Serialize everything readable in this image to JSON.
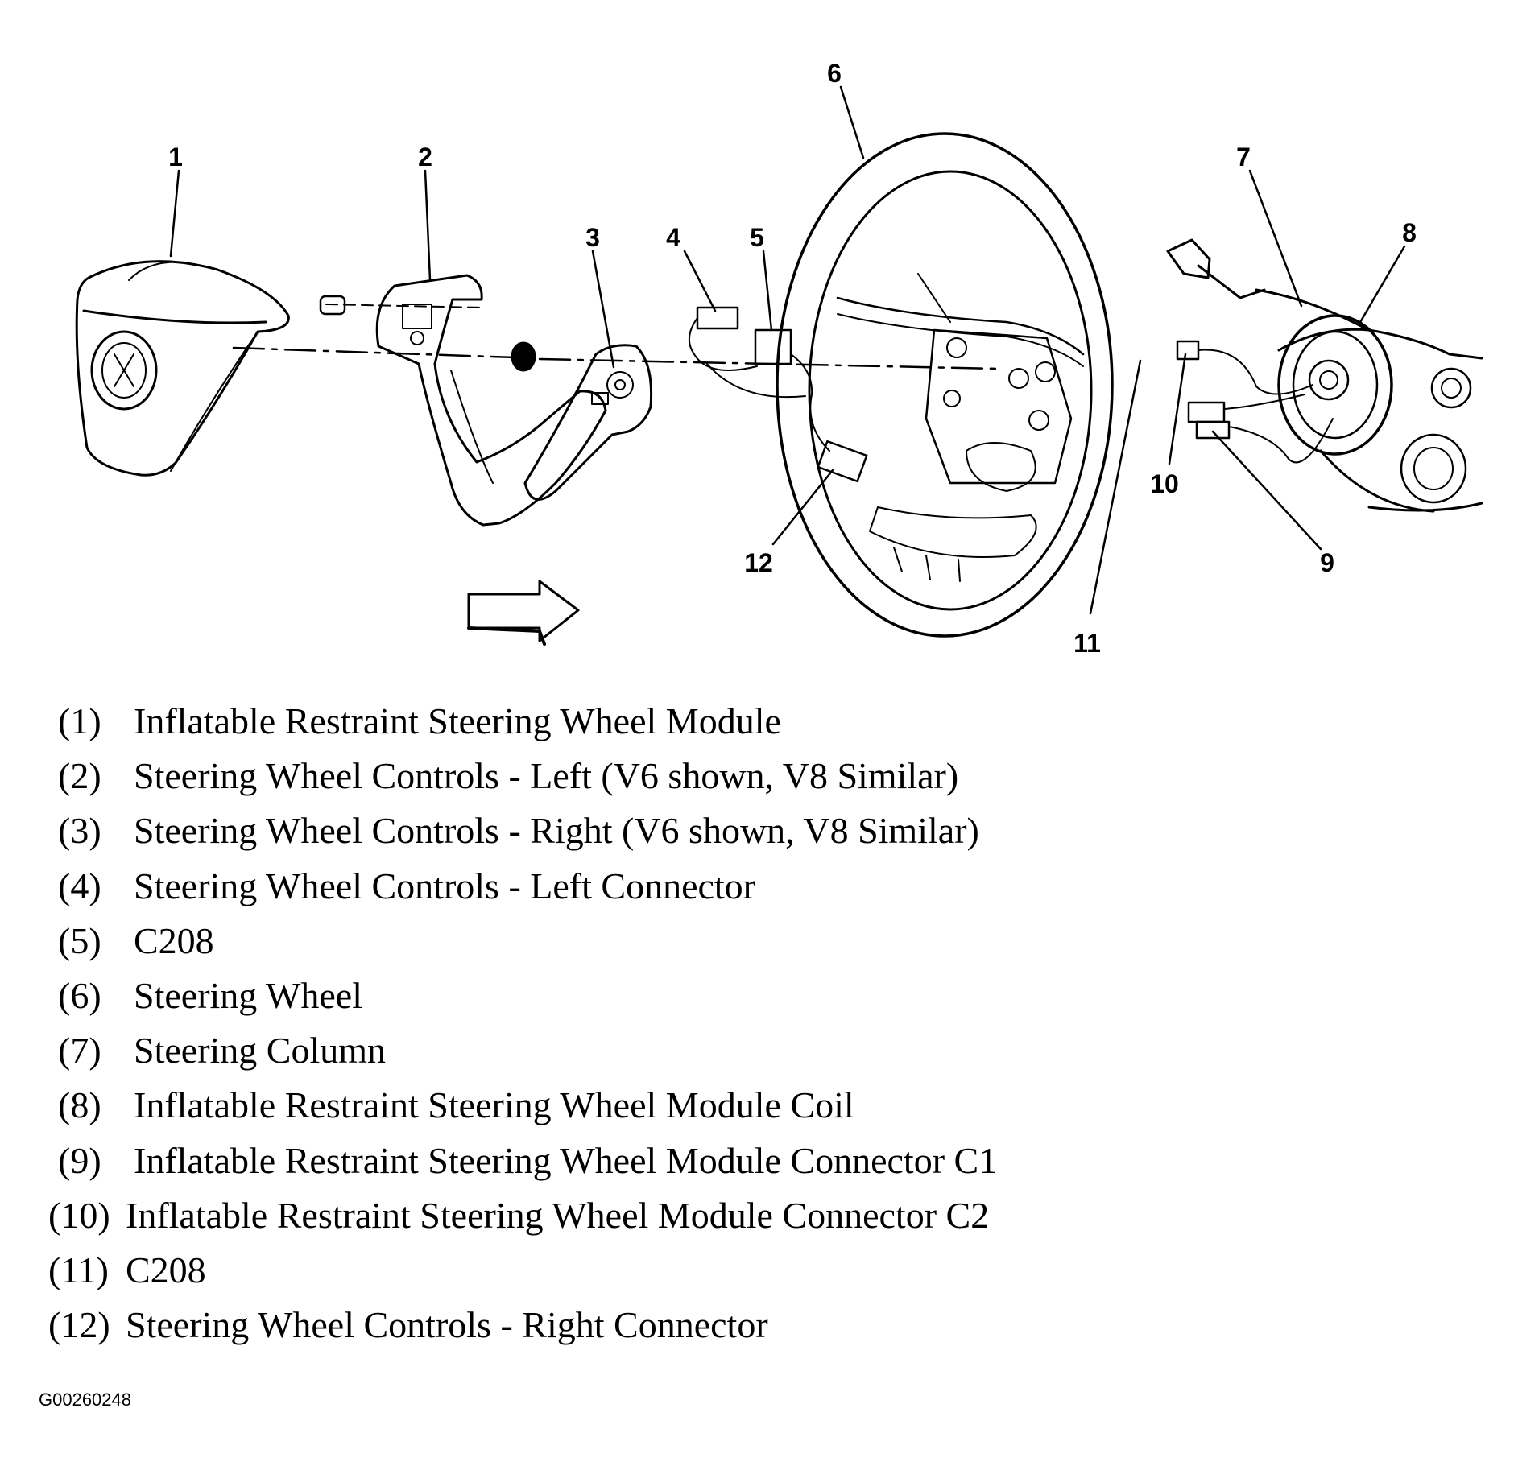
{
  "callouts": [
    "1",
    "2",
    "3",
    "4",
    "5",
    "6",
    "7",
    "8",
    "9",
    "10",
    "11",
    "12"
  ],
  "legend": [
    {
      "num": "(1)",
      "text": "Inflatable Restraint Steering Wheel Module"
    },
    {
      "num": "(2)",
      "text": "Steering Wheel Controls - Left (V6 shown, V8 Similar)"
    },
    {
      "num": "(3)",
      "text": "Steering Wheel Controls - Right (V6 shown, V8 Similar)"
    },
    {
      "num": "(4)",
      "text": "Steering Wheel Controls - Left Connector"
    },
    {
      "num": "(5)",
      "text": "C208"
    },
    {
      "num": "(6)",
      "text": "Steering Wheel"
    },
    {
      "num": "(7)",
      "text": "Steering Column"
    },
    {
      "num": "(8)",
      "text": "Inflatable Restraint Steering Wheel Module Coil"
    },
    {
      "num": "(9)",
      "text": "Inflatable Restraint Steering Wheel Module Connector C1"
    },
    {
      "num": "(10)",
      "text": "Inflatable Restraint Steering Wheel Module Connector C2"
    },
    {
      "num": "(11)",
      "text": "C208"
    },
    {
      "num": "(12)",
      "text": "Steering Wheel Controls - Right Connector"
    }
  ],
  "figure_id": "G00260248"
}
